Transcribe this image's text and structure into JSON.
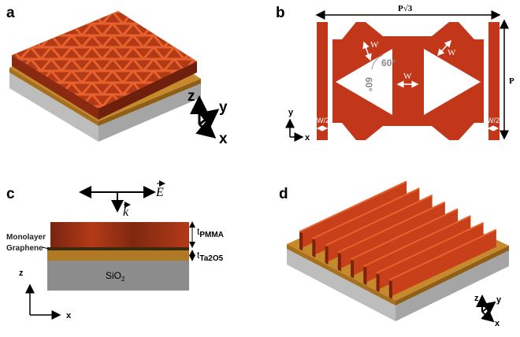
{
  "panels": {
    "a": {
      "letter": "a",
      "axes": {
        "z": "z",
        "y": "y",
        "x": "x"
      }
    },
    "b": {
      "letter": "b",
      "period_label": "P√3",
      "height_label": "P",
      "width_labels": [
        "W",
        "W",
        "W"
      ],
      "half_width_labels": [
        "W/2",
        "W/2"
      ],
      "angle_labels": [
        "60°",
        "60°"
      ],
      "axes": {
        "y": "y",
        "x": "x"
      }
    },
    "c": {
      "letter": "c",
      "field_label": "E",
      "wavevector_label": "k",
      "graphene_label_line1": "Monolayer",
      "graphene_label_line2": "Graphene",
      "pmma_thickness": "t",
      "pmma_subscript": "PMMA",
      "ta2o5_thickness": "t",
      "ta2o5_subscript": "Ta2O5",
      "substrate_label": "SiO",
      "substrate_subscript": "2",
      "axes": {
        "z": "z",
        "x": "x"
      }
    },
    "d": {
      "letter": "d",
      "axes": {
        "z": "z",
        "y": "y",
        "x": "x"
      }
    }
  },
  "colors": {
    "resist": "#c8401a",
    "resist_dark": "#8a2a10",
    "resist_light": "#e0602e",
    "ta2o5": "#c68a2c",
    "substrate_top": "#d9d9d9",
    "substrate_side": "#9e9e9e",
    "sio2_section": "#8c8c8c"
  }
}
